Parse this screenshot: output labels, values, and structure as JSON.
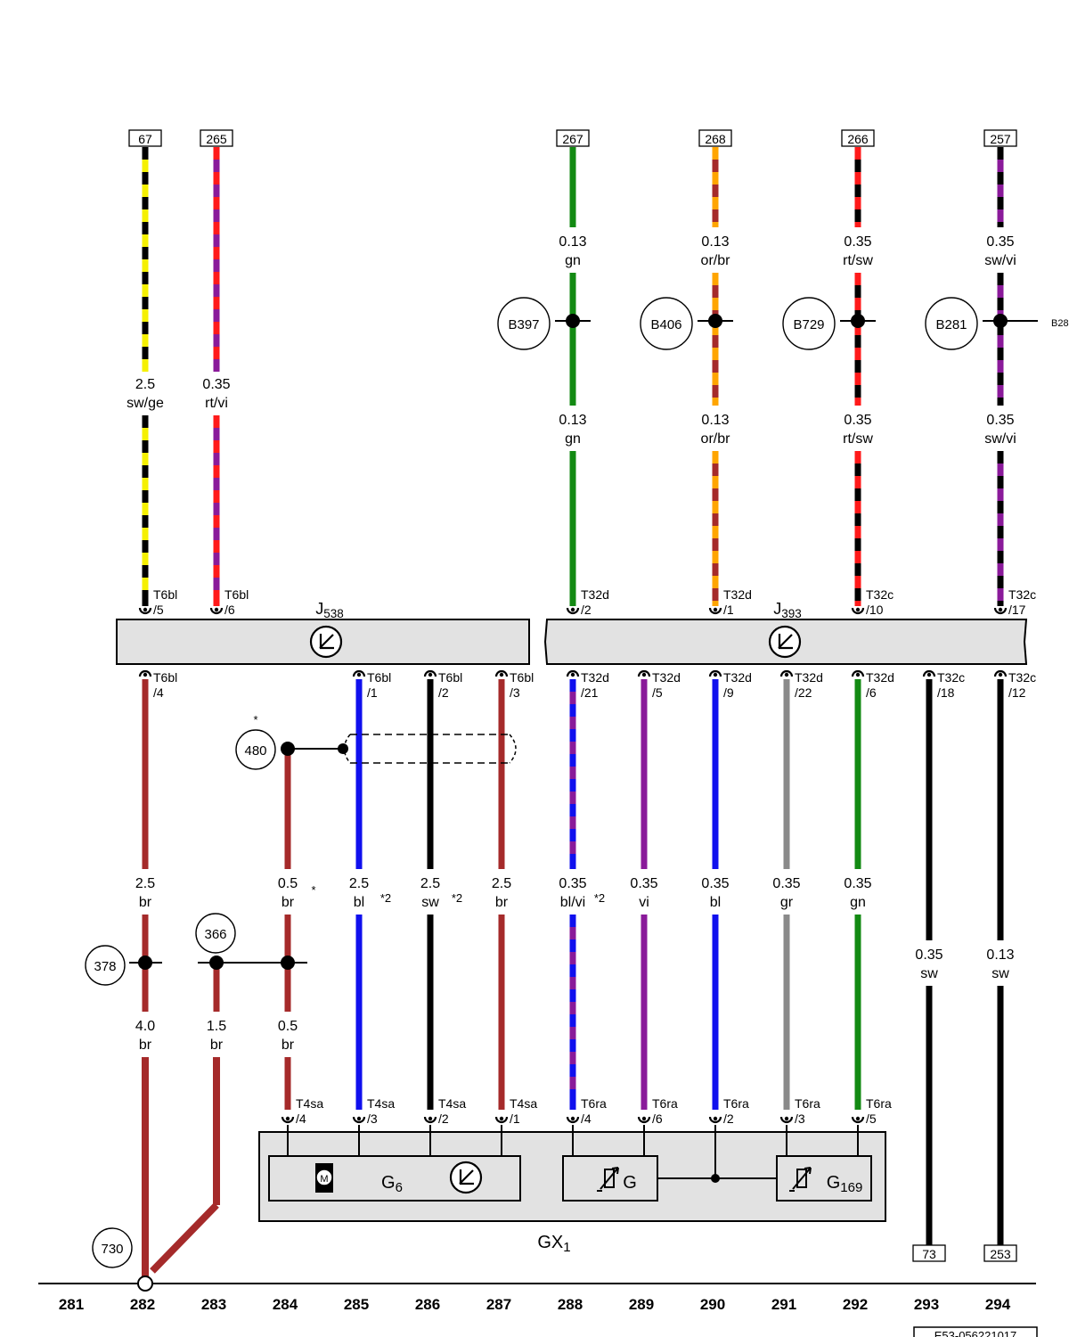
{
  "colors": {
    "sw": "#000000",
    "ge": "#f5f000",
    "rt": "#ff1a1a",
    "vi": "#8a1a9a",
    "gn": "#138a13",
    "or": "#ffa500",
    "br": "#a52a2a",
    "bl": "#1010ee",
    "gr": "#8a8a8a",
    "component_fill": "#e2e2e2"
  },
  "wires": [
    {
      "id": "w282-top",
      "ref": "67",
      "top": [
        {
          "size": "2.5",
          "color": "sw/ge"
        }
      ],
      "term": {
        "name": "T6bl",
        "pin": "/5"
      }
    },
    {
      "id": "w283-top",
      "ref": "265",
      "top": [
        {
          "size": "0.35",
          "color": "rt/vi"
        }
      ],
      "term": {
        "name": "T6bl",
        "pin": "/6"
      }
    },
    {
      "id": "w288-top",
      "ref": "267",
      "top": [
        {
          "size": "0.13",
          "color": "gn"
        },
        {
          "size": "0.13",
          "color": "gn"
        }
      ],
      "node": "B397",
      "term": {
        "name": "T32d",
        "pin": "/2"
      }
    },
    {
      "id": "w290-top",
      "ref": "268",
      "top": [
        {
          "size": "0.13",
          "color": "or/br"
        },
        {
          "size": "0.13",
          "color": "or/br"
        }
      ],
      "node": "B406",
      "term": {
        "name": "T32d",
        "pin": "/1"
      }
    },
    {
      "id": "w292-top",
      "ref": "266",
      "top": [
        {
          "size": "0.35",
          "color": "rt/sw"
        },
        {
          "size": "0.35",
          "color": "rt/sw"
        }
      ],
      "node": "B729",
      "term": {
        "name": "T32c",
        "pin": "/10"
      }
    },
    {
      "id": "w294-top",
      "ref": "257",
      "top": [
        {
          "size": "0.35",
          "color": "sw/vi"
        },
        {
          "size": "0.35",
          "color": "sw/vi"
        }
      ],
      "node": "B281",
      "edge_label": "B28",
      "term": {
        "name": "T32c",
        "pin": "/17"
      }
    }
  ],
  "bottom_wires": [
    {
      "id": "b282",
      "term": {
        "name": "T6bl",
        "pin": "/4"
      },
      "labels": [
        {
          "size": "2.5",
          "color": "br"
        },
        {
          "size": "4.0",
          "color": "br"
        }
      ]
    },
    {
      "id": "b284",
      "labels": [
        {
          "size": "0.5",
          "color": "br",
          "mark": "*"
        },
        {
          "size": "0.5",
          "color": "br"
        }
      ],
      "end": {
        "name": "T4sa",
        "pin": "/4"
      }
    },
    {
      "id": "b285",
      "term": {
        "name": "T6bl",
        "pin": "/1"
      },
      "labels": [
        {
          "size": "2.5",
          "color": "bl",
          "mark": "*2"
        }
      ],
      "end": {
        "name": "T4sa",
        "pin": "/3"
      }
    },
    {
      "id": "b286",
      "term": {
        "name": "T6bl",
        "pin": "/2"
      },
      "labels": [
        {
          "size": "2.5",
          "color": "sw",
          "mark": "*2"
        }
      ],
      "end": {
        "name": "T4sa",
        "pin": "/2"
      }
    },
    {
      "id": "b287",
      "term": {
        "name": "T6bl",
        "pin": "/3"
      },
      "labels": [
        {
          "size": "2.5",
          "color": "br"
        }
      ],
      "end": {
        "name": "T4sa",
        "pin": "/1"
      }
    },
    {
      "id": "b288",
      "term": {
        "name": "T32d",
        "pin": "/21"
      },
      "labels": [
        {
          "size": "0.35",
          "color": "bl/vi",
          "mark": "*2"
        }
      ],
      "end": {
        "name": "T6ra",
        "pin": "/4"
      }
    },
    {
      "id": "b289",
      "term": {
        "name": "T32d",
        "pin": "/5"
      },
      "labels": [
        {
          "size": "0.35",
          "color": "vi"
        }
      ],
      "end": {
        "name": "T6ra",
        "pin": "/6"
      }
    },
    {
      "id": "b290",
      "term": {
        "name": "T32d",
        "pin": "/9"
      },
      "labels": [
        {
          "size": "0.35",
          "color": "bl"
        }
      ],
      "end": {
        "name": "T6ra",
        "pin": "/2"
      }
    },
    {
      "id": "b291",
      "term": {
        "name": "T32d",
        "pin": "/22"
      },
      "labels": [
        {
          "size": "0.35",
          "color": "gr"
        }
      ],
      "end": {
        "name": "T6ra",
        "pin": "/3"
      }
    },
    {
      "id": "b292",
      "term": {
        "name": "T32d",
        "pin": "/6"
      },
      "labels": [
        {
          "size": "0.35",
          "color": "gn"
        }
      ],
      "end": {
        "name": "T6ra",
        "pin": "/5"
      }
    },
    {
      "id": "b293",
      "term": {
        "name": "T32c",
        "pin": "/18"
      },
      "labels": [
        {
          "size": "0.35",
          "color": "sw"
        }
      ],
      "ref": "73"
    },
    {
      "id": "b294",
      "term": {
        "name": "T32c",
        "pin": "/12"
      },
      "labels": [
        {
          "size": "0.13",
          "color": "sw"
        }
      ],
      "ref": "253"
    }
  ],
  "components": {
    "J538": {
      "main": "J",
      "sub": "538"
    },
    "J393": {
      "main": "J",
      "sub": "393"
    },
    "GX1": {
      "main": "GX",
      "sub": "1"
    },
    "G6": {
      "main": "G",
      "sub": "6"
    },
    "G": {
      "main": "G",
      "sub": ""
    },
    "G169": {
      "main": "G",
      "sub": "169"
    }
  },
  "nodes": {
    "n378": "378",
    "n366": "366",
    "n480": "480",
    "n480_mark": "*",
    "n730": "730",
    "b283_labels": {
      "size": "1.5",
      "color": "br"
    }
  },
  "icons": {
    "motor": "M",
    "control_unit": "control-unit-icon",
    "sensor": "sensor-icon"
  },
  "track_numbers": [
    "281",
    "282",
    "283",
    "284",
    "285",
    "286",
    "287",
    "288",
    "289",
    "290",
    "291",
    "292",
    "293",
    "294"
  ],
  "doc_id": "E53-056221017"
}
